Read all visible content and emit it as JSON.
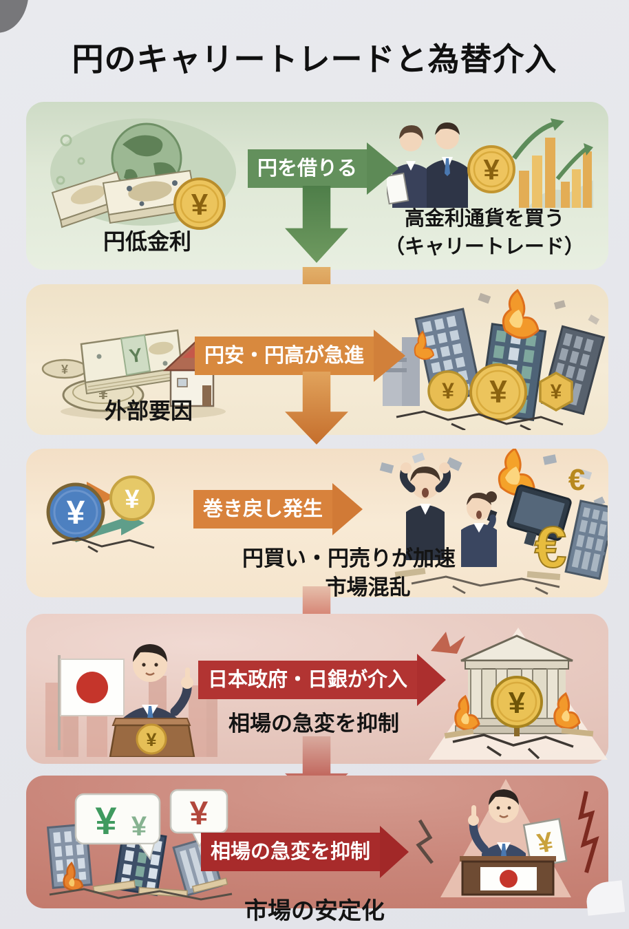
{
  "title": "円のキャリートレードと為替介入",
  "flow": {
    "step1": {
      "left_caption": "円低金利",
      "arrow_label": "円を借りる",
      "right_caption_line1": "高金利通貨を買う",
      "right_caption_line2": "（キャリートレード）"
    },
    "step2": {
      "left_caption": "外部要因",
      "arrow_label": "円安・円高が急進"
    },
    "step3": {
      "arrow_label": "巻き戻し発生",
      "caption_line1": "円買い・円売りが加速",
      "caption_line2": "市場混乱"
    },
    "step4": {
      "arrow_label": "日本政府・日銀が介入",
      "caption": "相場の急変を抑制"
    },
    "step5": {
      "arrow_label": "相場の急変を抑制",
      "caption": "市場の安定化"
    }
  },
  "symbols": {
    "yen": "¥",
    "euro": "€",
    "y_letter": "Y"
  },
  "colors": {
    "step_green": "#63905c",
    "step_orange": "#d8893e",
    "step_red": "#b23432",
    "step_dark_red": "#a82b2b",
    "coin_gold": "#ecc45c",
    "coin_blue": "#4d80c0",
    "band_green": "#dfe8d6",
    "band_cream": "#f5ebd6",
    "band_peach": "#f8ead5",
    "band_pink": "#e9ccc3",
    "band_dark_rose": "#c98579"
  }
}
